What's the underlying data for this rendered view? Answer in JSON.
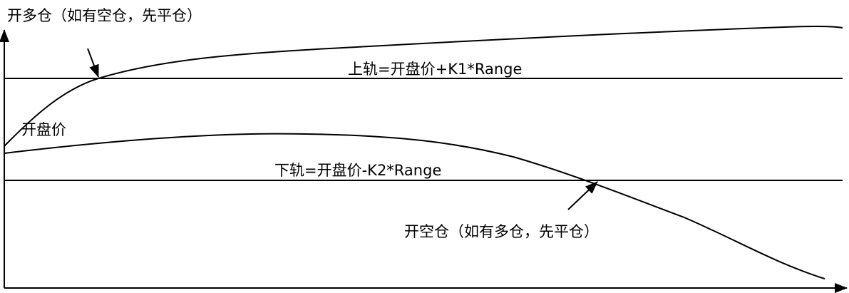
{
  "labels": {
    "long_entry": "开多仓（如有空仓，先平仓）",
    "upper_band": "上轨=开盘价+K1*Range",
    "open_price": "开盘价",
    "lower_band": "下轨=开盘价-K2*Range",
    "short_entry": "开空仓（如有多仓，先平仓）"
  },
  "colors": {
    "stroke": "#000000",
    "background": "#ffffff"
  }
}
